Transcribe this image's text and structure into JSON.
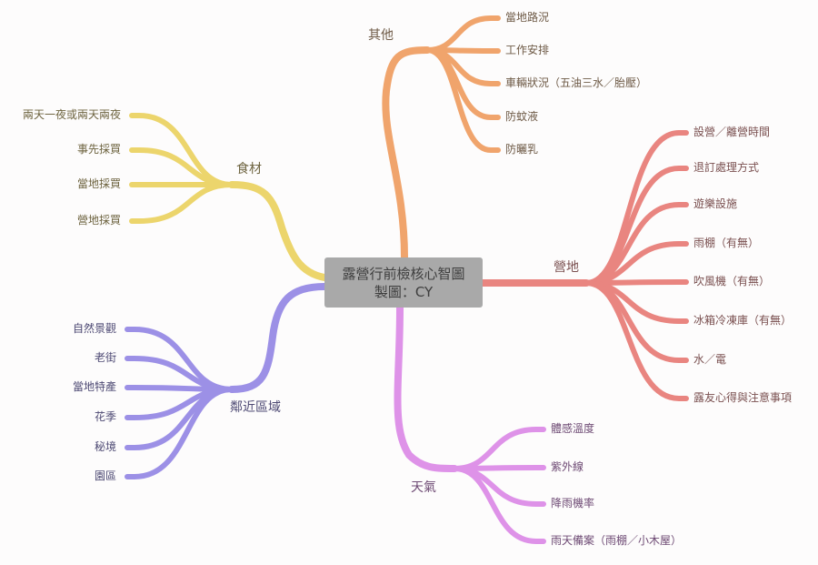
{
  "center": {
    "title": "露營行前檢核心智圖",
    "author": "製圖：CY"
  },
  "branches": [
    {
      "id": "other",
      "label": "其他",
      "color": "#f0a46c",
      "text_color": "#6e5a46",
      "leaves": [
        "當地路況",
        "工作安排",
        "車輛狀況（五油三水／胎壓）",
        "防蚊液",
        "防曬乳"
      ]
    },
    {
      "id": "campsite",
      "label": "營地",
      "color": "#e98580",
      "text_color": "#7a5050",
      "leaves": [
        "設營／離營時間",
        "退訂處理方式",
        "遊樂設施",
        "雨棚（有無）",
        "吹風機（有無）",
        "冰箱冷凍庫（有無）",
        "水／電",
        "露友心得與注意事項"
      ]
    },
    {
      "id": "weather",
      "label": "天氣",
      "color": "#de92e8",
      "text_color": "#6e4a74",
      "leaves": [
        "體感溫度",
        "紫外線",
        "降雨機率",
        "雨天備案（雨棚／小木屋）"
      ]
    },
    {
      "id": "food",
      "label": "食材",
      "color": "#ecd56c",
      "text_color": "#6e6440",
      "leaves": [
        "兩天一夜或兩天兩夜",
        "事先採買",
        "當地採買",
        "營地採買"
      ]
    },
    {
      "id": "nearby",
      "label": "鄰近區域",
      "color": "#9c90e6",
      "text_color": "#4e4a74",
      "leaves": [
        "自然景觀",
        "老街",
        "當地特產",
        "花季",
        "秘境",
        "園區"
      ]
    }
  ]
}
